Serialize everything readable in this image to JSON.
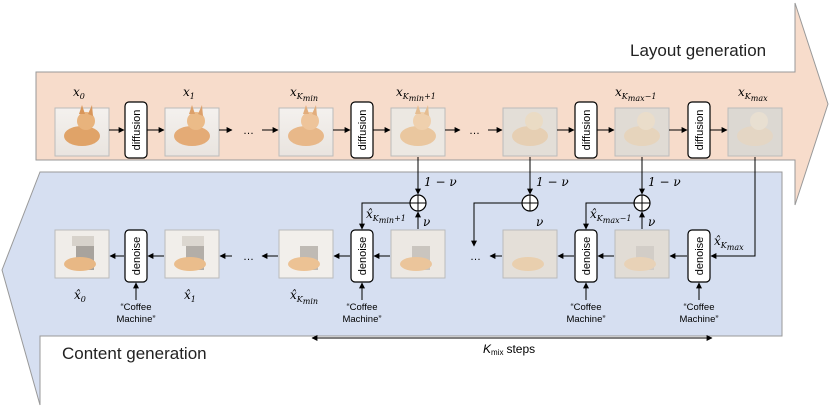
{
  "layout_title": "Layout generation",
  "content_title": "Content generation",
  "diffusion_label": "diffusion",
  "denoise_label": "denoise",
  "prompt_line1": "“Coffee",
  "prompt_line2": "Machine”",
  "ellipsis": "…",
  "one_minus_nu": "1 − ν",
  "nu": "ν",
  "x0": "x",
  "x0_sub": "0",
  "x1": "x",
  "x1_sub": "1",
  "xkmin": "x",
  "xkmin_sub": "K",
  "xkmin_subsub": "min",
  "xkmin1_sub": "min",
  "xkmin1_plus": "+1",
  "xkmax1_sub": "max",
  "xkmax1_minus": "−1",
  "xkmax_sub": "max",
  "xhat": "x̂",
  "kmix_label": "K",
  "kmix_sub": "mix",
  "kmix_steps": "steps",
  "colors": {
    "layout_band": "#f7dccb",
    "content_band": "#d6dff1",
    "arrow_stroke": "#888888"
  }
}
